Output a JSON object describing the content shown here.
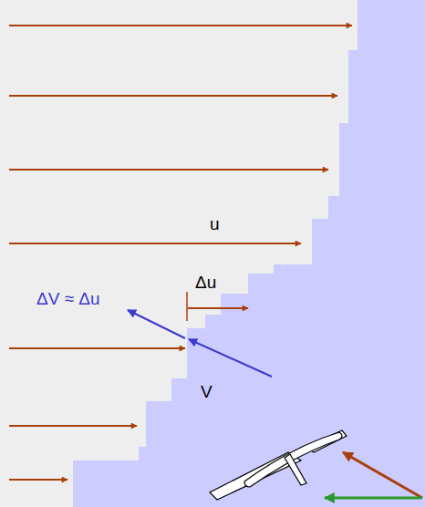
{
  "diagram": {
    "labels": [
      "u",
      "Δu",
      "ΔV ≈ Δu",
      "V"
    ]
  }
}
